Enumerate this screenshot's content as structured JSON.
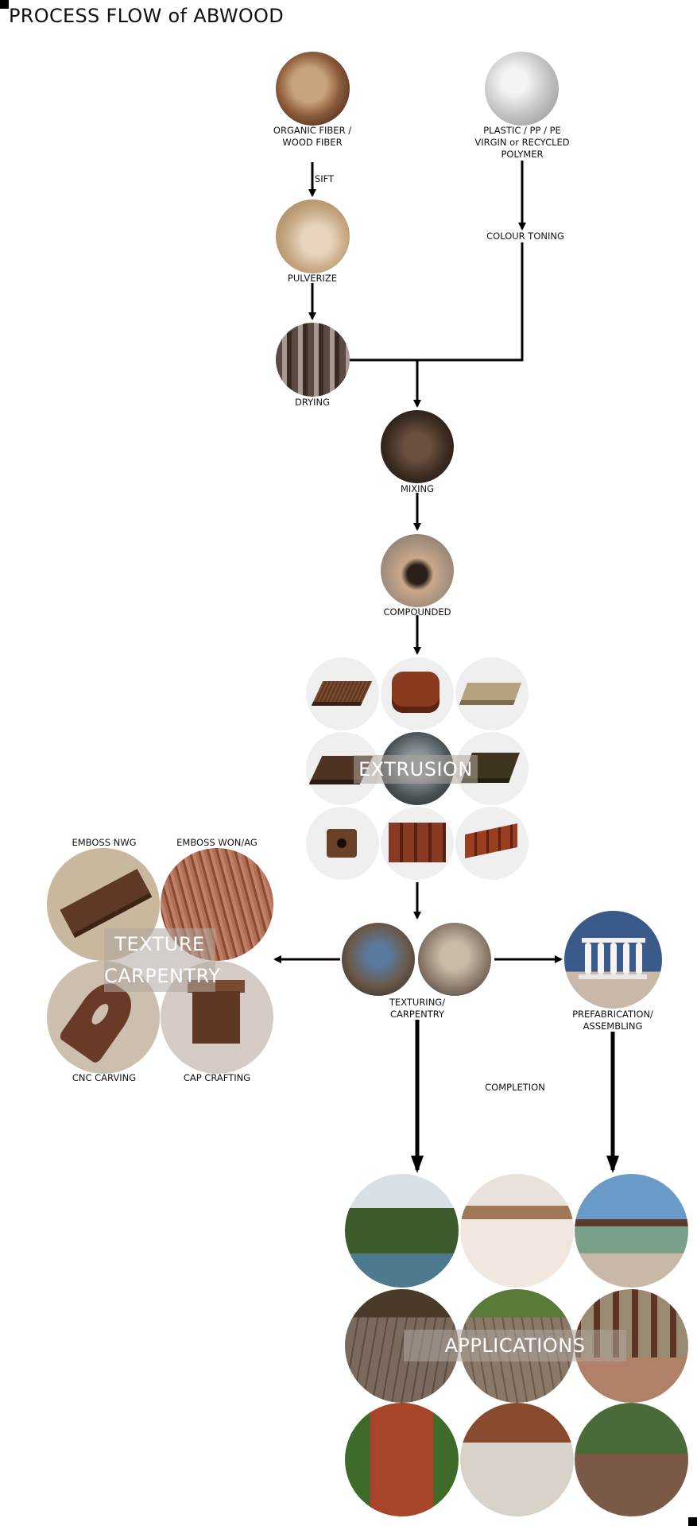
{
  "page": {
    "title": "PROCESS FLOW of ABWOOD"
  },
  "steps": {
    "organic_fiber": "ORGANIC FIBER /\nWOOD FIBER",
    "plastic": "PLASTIC / PP / PE\nVIRGIN or RECYCLED\nPOLYMER",
    "sift": "SIFT",
    "colour_toning": "COLOUR TONING",
    "pulverize": "PULVERIZE",
    "drying": "DRYING",
    "mixing": "MIXING",
    "compounded": "COMPOUNDED",
    "extrusion": "EXTRUSION",
    "texturing": "TEXTURING/\nCARPENTRY",
    "prefab": "PREFABRICATION/\nASSEMBLING",
    "completion": "COMPLETION",
    "applications": "APPLICATIONS"
  },
  "texture_panel": {
    "overlay_line1": "TEXTURE",
    "overlay_line2": "CARPENTRY",
    "emboss_nwg": "EMBOSS NWG",
    "emboss_won": "EMBOSS WON/AG",
    "cnc_carving": "CNC CARVING",
    "cap_crafting": "CAP CRAFTING"
  },
  "colors": {
    "background": "#ffffff",
    "line": "#000000",
    "wood_dark": "#6b3a22",
    "wood_red": "#8a3a22",
    "overlay": "#b3aaa3"
  }
}
